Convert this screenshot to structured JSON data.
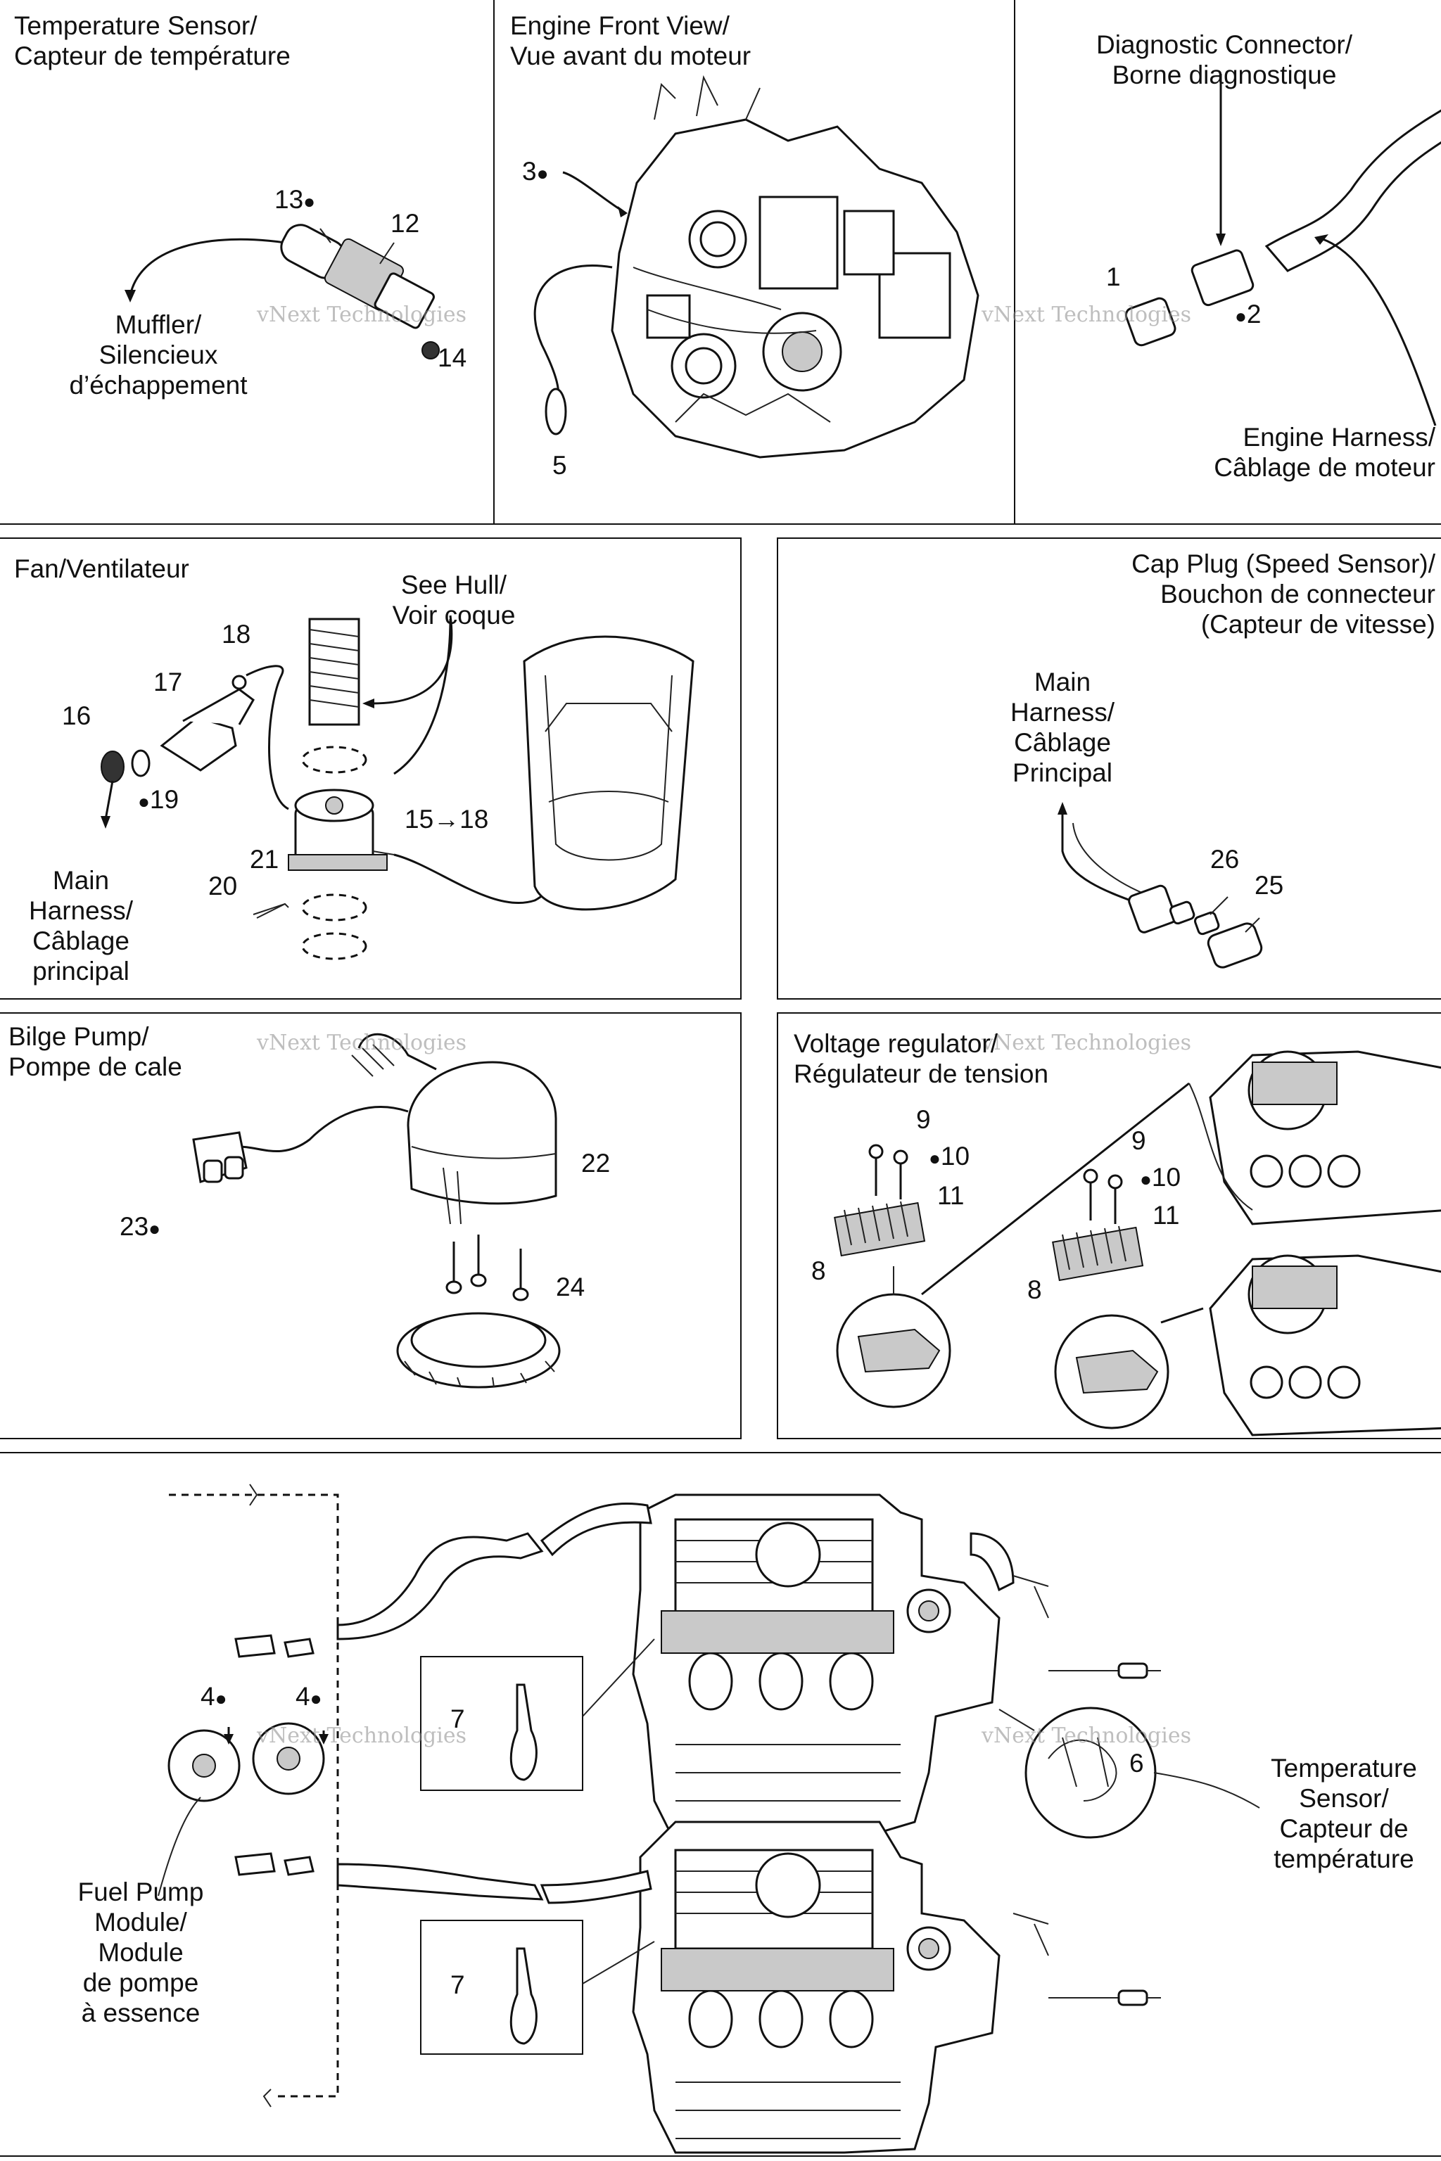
{
  "panels": {
    "temp_sensor": {
      "title_1": "Temperature Sensor/",
      "title_2": "Capteur de température",
      "muffler_1": "Muffler/",
      "muffler_2": "Silencieux",
      "muffler_3": "d’échappement"
    },
    "engine_front": {
      "title_1": "Engine Front View/",
      "title_2": "Vue avant du moteur"
    },
    "diag": {
      "title_1": "Diagnostic Connector/",
      "title_2": "Borne diagnostique",
      "harness_1": "Engine Harness/",
      "harness_2": "Câblage de moteur"
    },
    "fan": {
      "title": "Fan/Ventilateur",
      "hull_1": "See Hull/",
      "hull_2": "Voir coque",
      "main_1": "Main",
      "main_2": "Harness/",
      "main_3": "Câblage",
      "main_4": "principal"
    },
    "cap_plug": {
      "title_1": "Cap Plug (Speed Sensor)/",
      "title_2": "Bouchon de  connecteur",
      "title_3": "(Capteur de vitesse)",
      "main_1": "Main",
      "main_2": "Harness/",
      "main_3": "Câblage",
      "main_4": "Principal"
    },
    "bilge": {
      "title_1": "Bilge Pump/",
      "title_2": "Pompe de cale"
    },
    "voltage": {
      "title_1": "Voltage regulator/",
      "title_2": "Régulateur de tension"
    },
    "bottom": {
      "temp_1": "Temperature",
      "temp_2": "Sensor/",
      "temp_3": "Capteur de",
      "temp_4": "température",
      "fuel_1": "Fuel Pump",
      "fuel_2": "Module/",
      "fuel_3": "Module",
      "fuel_4": "de pompe",
      "fuel_5": "à essence"
    }
  },
  "callouts": {
    "n1": "1",
    "n2": "2",
    "n3": "3",
    "n4": "4",
    "n5": "5",
    "n6": "6",
    "n7": "7",
    "n8": "8",
    "n9": "9",
    "n10": "10",
    "n11": "11",
    "n12": "12",
    "n13": "13",
    "n14": "14",
    "n15_18": "15→18",
    "n16": "16",
    "n17": "17",
    "n18": "18",
    "n19": "19",
    "n20": "20",
    "n21": "21",
    "n22": "22",
    "n23": "23",
    "n24": "24",
    "n25": "25",
    "n26": "26"
  },
  "drop_symbol": "💧",
  "watermark": {
    "line1": "vNext Technologies",
    "line2": "vNext",
    "line3": "Technologies"
  }
}
